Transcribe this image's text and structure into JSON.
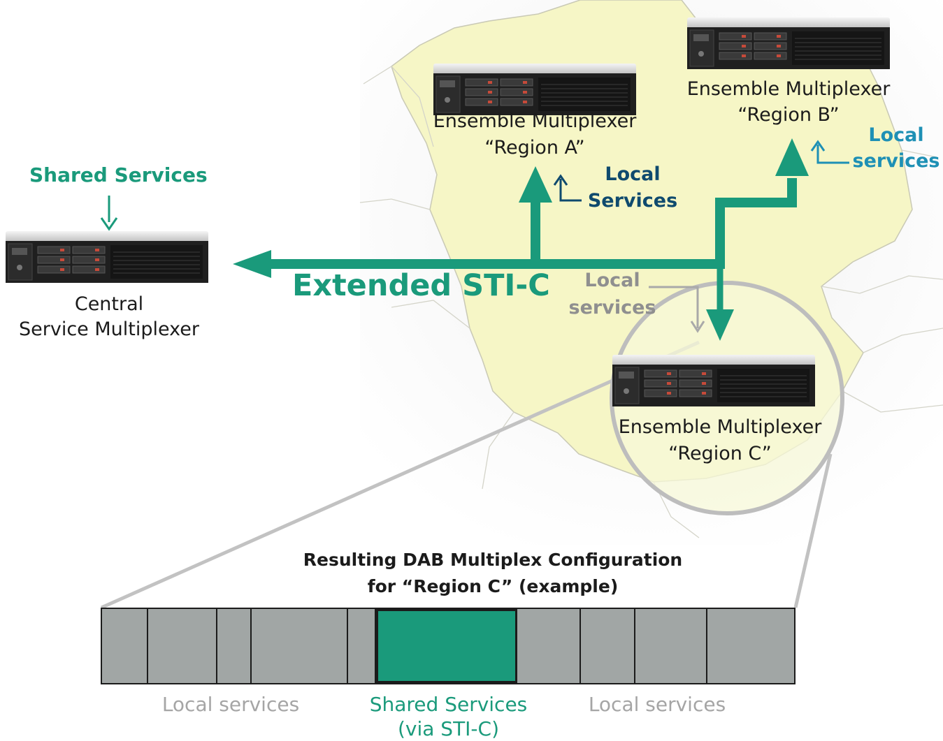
{
  "diagram": {
    "extended_label": "Extended STI-C",
    "central": {
      "input_label": "Shared Services",
      "name_line1": "Central",
      "name_line2": "Service Multiplexer"
    },
    "region_a": {
      "name_line1": "Ensemble Multiplexer",
      "name_line2": "“Region A”",
      "local_line1": "Local",
      "local_line2": "Services"
    },
    "region_b": {
      "name_line1": "Ensemble Multiplexer",
      "name_line2": "“Region B”",
      "local_line1": "Local",
      "local_line2": "services"
    },
    "region_c": {
      "name_line1": "Ensemble Multiplexer",
      "name_line2": "“Region C”",
      "local_line1": "Local",
      "local_line2": "services"
    },
    "config": {
      "title_line1": "Resulting DAB Multiplex Configuration",
      "title_line2": "for “Region C”  (example)",
      "left_label": "Local services",
      "shared_line1": "Shared Services",
      "shared_line2": "(via STI-C)",
      "right_label": "Local services"
    }
  },
  "colors": {
    "accent_green": "#1a9a7b",
    "navy": "#0f4a6e",
    "teal": "#1e90b5",
    "map_fill": "#f6f6c6",
    "block_grey": "#a1a6a5"
  }
}
